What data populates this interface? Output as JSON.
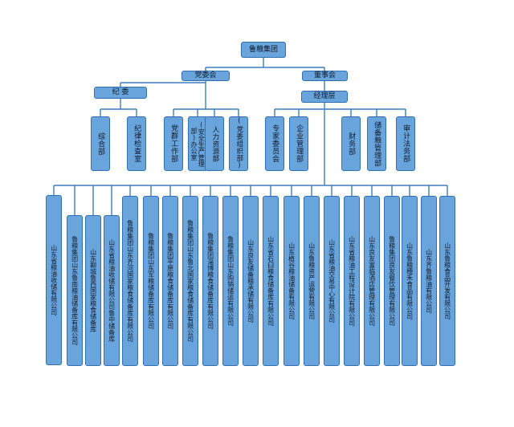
{
  "root": {
    "label": "鲁粮集团"
  },
  "level1": {
    "party": {
      "label": "党委会"
    },
    "board": {
      "label": "董事会"
    }
  },
  "discipline": {
    "label": "纪 委"
  },
  "manager": {
    "label": "经理层"
  },
  "discipline_units": [
    "综合部",
    "纪律检查室"
  ],
  "party_units": [
    "党群工作部",
    "(安全生产管理部)办公室",
    "人力资源部",
    "(党委组织部)"
  ],
  "mid_units": [
    "专家委员会",
    "企业管理部"
  ],
  "finance_units": [
    "财务部",
    "储备粮管理部",
    "审计法务部"
  ],
  "subsidiaries": [
    "山东省粮油收储有限公司",
    "鲁粮集团山东鲁南粮油储备库有限公司",
    "山东聊城鲁西国家粮食储备库",
    "山东省粮油收储有限公司鲁中储备库",
    "鲁粮集团山东齐河国家粮食储备库有限公司",
    "鲁粮集团山东军粮储备库有限公司",
    "鲁粮集团平原粮食储备库有限公司",
    "鲁粮集团山东鲁北国家粮食储备库有限公司",
    "鲁粮集团淄博粮食储备库有限公司",
    "鲁粮集团山东购销储运有限公司",
    "山东良友储备粮承储有限公司",
    "山东省石臼粮食储备库有限公司",
    "山东植谷粮油储备有限公司",
    "山东鲁粮资产运营有限公司",
    "山东省粮油交易中心有限公司",
    "山东省粮油工程设计院有限公司",
    "山东良友富临酒店管理有限公司",
    "鲁粮集团良友餐饮管理有限公司",
    "山东鲁粮穗禾食品有限公司",
    "山东齐鲁粮油有限公司",
    "山东鲁粮食品开发有限公司"
  ]
}
